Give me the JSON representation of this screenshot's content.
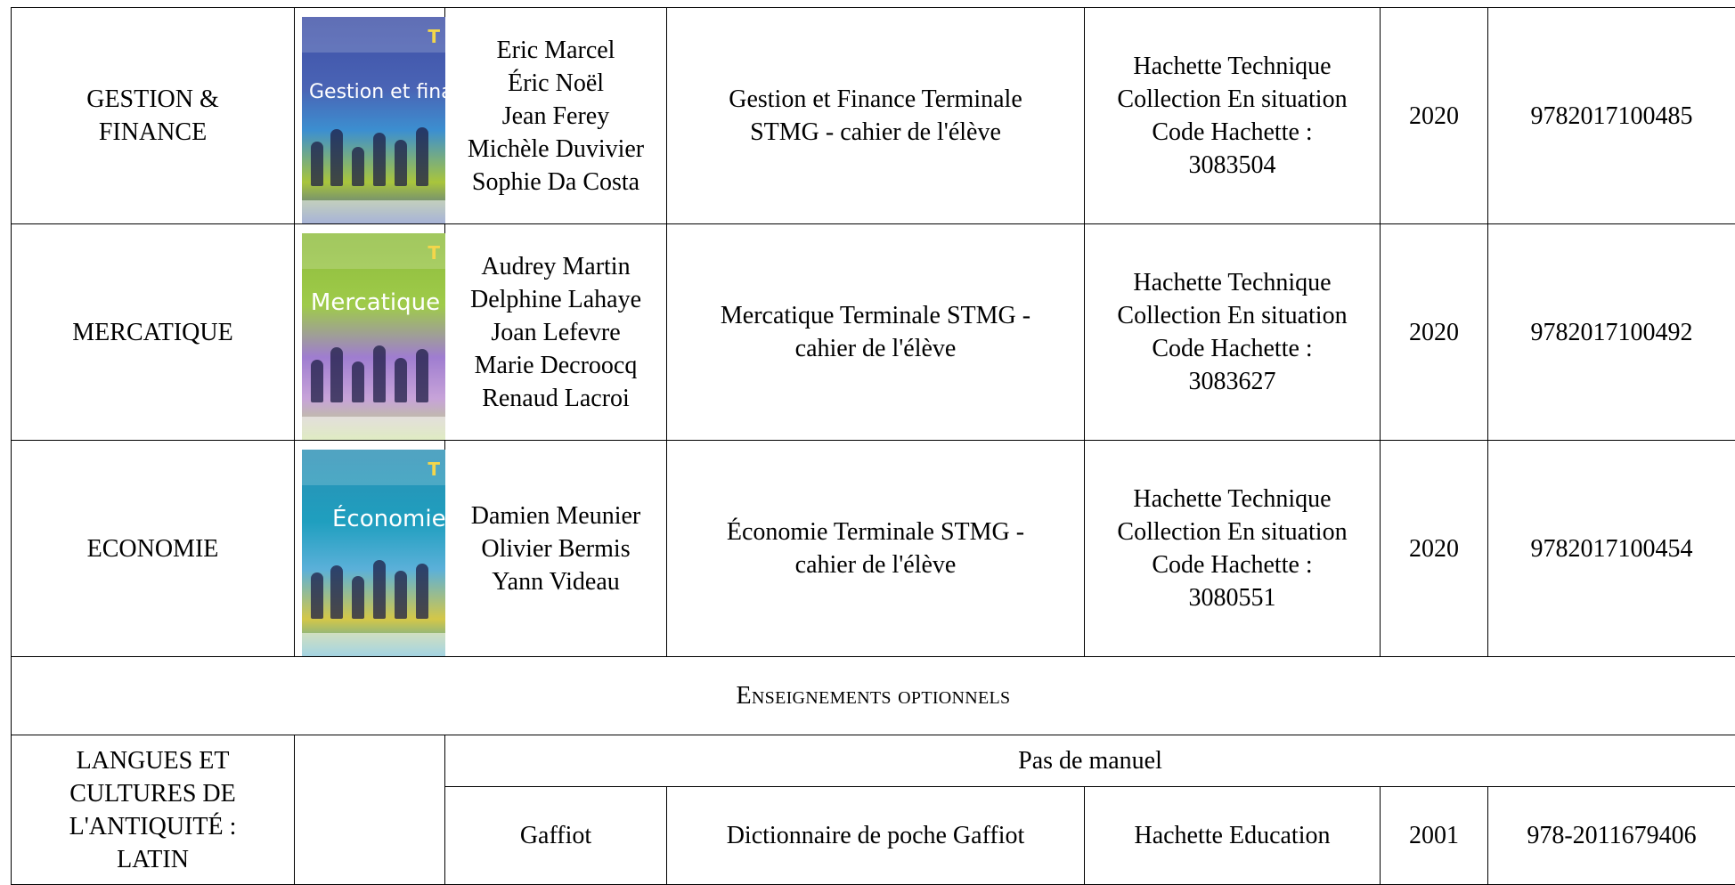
{
  "rows": [
    {
      "subject": [
        "GESTION &",
        "FINANCE"
      ],
      "cover": {
        "title": "Gestion et finance",
        "badge": "T",
        "colors": [
          "#3d4fa6",
          "#a9c53c"
        ]
      },
      "authors": [
        "Eric Marcel",
        "Éric Noël",
        "Jean Ferey",
        "Michèle Duvivier",
        "Sophie Da Costa"
      ],
      "book_title": [
        "Gestion et Finance Terminale",
        "STMG - cahier de l'élève"
      ],
      "publisher": [
        "Hachette Technique",
        "Collection En situation",
        "Code Hachette  :",
        "3083504"
      ],
      "year": "2020",
      "isbn": "9782017100485"
    },
    {
      "subject": [
        "MERCATIQUE"
      ],
      "cover": {
        "title": "Mercatique",
        "badge": "T",
        "colors": [
          "#8dbb3b",
          "#9f7dd0"
        ]
      },
      "authors": [
        "Audrey Martin",
        "Delphine Lahaye",
        "Joan Lefevre",
        "Marie Decroocq",
        "Renaud Lacroi"
      ],
      "book_title": [
        "Mercatique Terminale STMG -",
        "cahier de l'élève"
      ],
      "publisher": [
        "Hachette Technique",
        "Collection En situation",
        "Code Hachette :",
        "3083627"
      ],
      "year": "2020",
      "isbn": "9782017100492"
    },
    {
      "subject": [
        "ECONOMIE"
      ],
      "cover": {
        "title": "Économie",
        "badge": "T",
        "colors": [
          "#2b8fb4",
          "#d4c748"
        ]
      },
      "authors": [
        "Damien Meunier",
        "Olivier Bermis",
        "Yann Videau"
      ],
      "book_title": [
        "Économie Terminale STMG -",
        "cahier de l'élève"
      ],
      "publisher": [
        "Hachette Technique",
        "Collection En situation",
        "Code Hachette :",
        "3080551"
      ],
      "year": "2020",
      "isbn": "9782017100454"
    }
  ],
  "section_header": "Enseignements optionnels",
  "latin": {
    "subject": [
      "LANGUES ET",
      "CULTURES DE",
      "L'ANTIQUITÉ :",
      "LATIN"
    ],
    "no_manual": "Pas de manuel",
    "authors": "Gaffiot",
    "book_title": "Dictionnaire de poche Gaffiot",
    "publisher": "Hachette Education",
    "year": "2001",
    "isbn": "978-2011679406"
  }
}
